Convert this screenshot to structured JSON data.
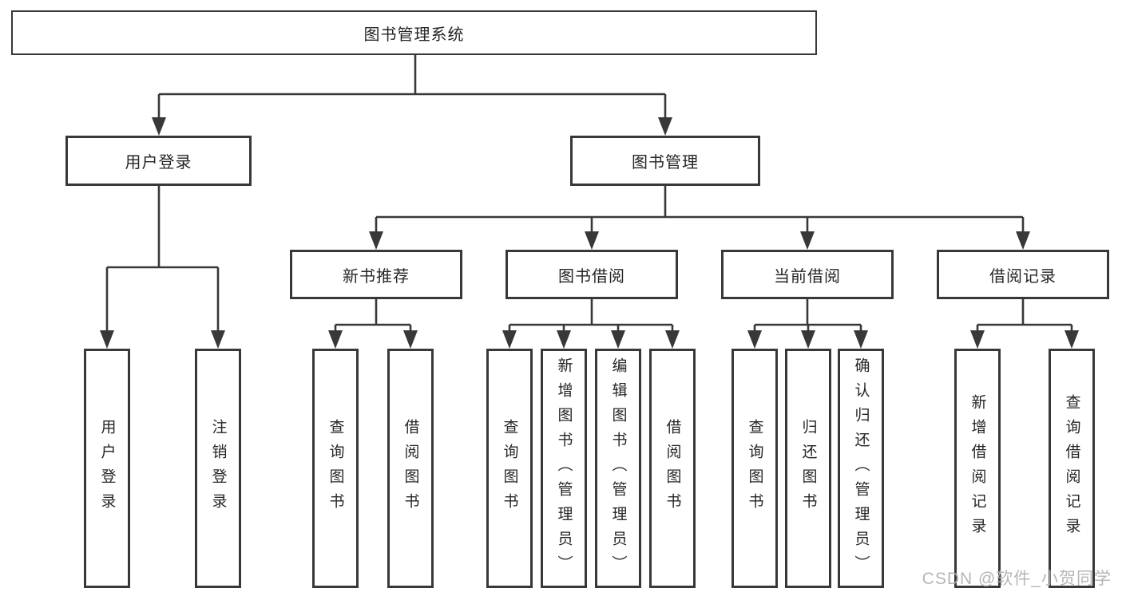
{
  "diagram": {
    "type": "tree",
    "colors": {
      "line": "#383838",
      "box_border": "#383838",
      "text": "#262626",
      "background": "#ffffff",
      "watermark": "#b2b2b2"
    },
    "root": {
      "label": "图书管理系统"
    },
    "level2": [
      {
        "label": "用户登录",
        "parent": "图书管理系统"
      },
      {
        "label": "图书管理",
        "parent": "图书管理系统"
      }
    ],
    "level3": [
      {
        "label": "新书推荐",
        "parent": "图书管理"
      },
      {
        "label": "图书借阅",
        "parent": "图书管理"
      },
      {
        "label": "当前借阅",
        "parent": "图书管理"
      },
      {
        "label": "借阅记录",
        "parent": "图书管理"
      }
    ],
    "leaves": [
      {
        "label": "用户登录",
        "parent": "用户登录"
      },
      {
        "label": "注销登录",
        "parent": "用户登录"
      },
      {
        "label": "查询图书",
        "parent": "新书推荐"
      },
      {
        "label": "借阅图书",
        "parent": "新书推荐"
      },
      {
        "label": "查询图书",
        "parent": "图书借阅"
      },
      {
        "label": "新增图书（管理员）",
        "parent": "图书借阅"
      },
      {
        "label": "编辑图书（管理员）",
        "parent": "图书借阅"
      },
      {
        "label": "借阅图书",
        "parent": "图书借阅"
      },
      {
        "label": "查询图书",
        "parent": "当前借阅"
      },
      {
        "label": "归还图书",
        "parent": "当前借阅"
      },
      {
        "label": "确认归还（管理员）",
        "parent": "当前借阅"
      },
      {
        "label": "新增借阅记录",
        "parent": "借阅记录"
      },
      {
        "label": "查询借阅记录",
        "parent": "借阅记录"
      }
    ],
    "watermark": {
      "text": "CSDN @软件_小贺同学"
    }
  }
}
